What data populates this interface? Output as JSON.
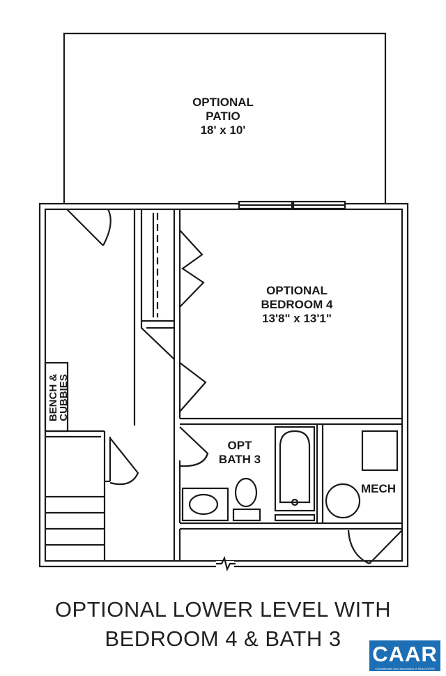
{
  "rooms": {
    "patio": {
      "line1": "OPTIONAL",
      "line2": "PATIO",
      "line3": "18' x 10'"
    },
    "bedroom": {
      "line1": "OPTIONAL",
      "line2": "BEDROOM 4",
      "line3": "13'8\" x 13'1\""
    },
    "bath": {
      "line1": "OPT",
      "line2": "BATH 3"
    },
    "mech": {
      "label": "MECH"
    },
    "bench": {
      "line1": "BENCH &",
      "line2": "CUBBIES"
    }
  },
  "caption": {
    "line1": "OPTIONAL LOWER LEVEL WITH",
    "line2": "BEDROOM 4 & BATH 3"
  },
  "logo": {
    "text": "CAAR",
    "tagline": "Charlottesville Area Association of REALTORS®"
  }
}
